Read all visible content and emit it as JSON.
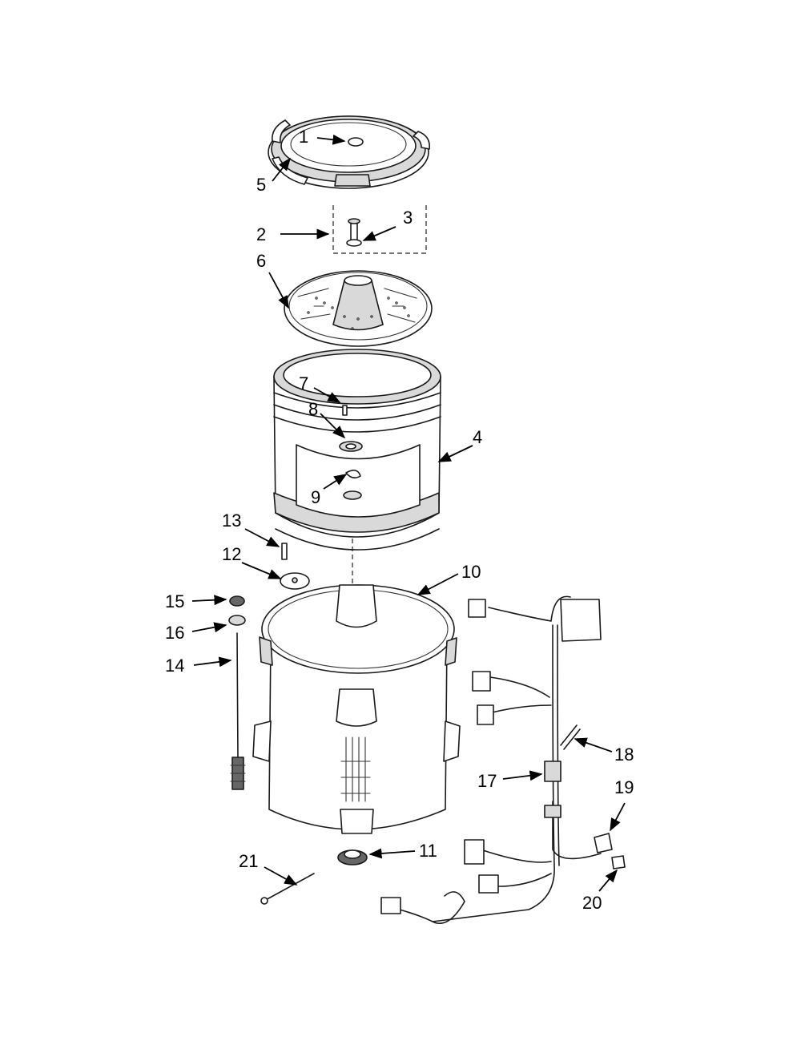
{
  "callouts": [
    {
      "id": "callout-1",
      "text": "1"
    },
    {
      "id": "callout-2",
      "text": "2"
    },
    {
      "id": "callout-3",
      "text": "3"
    },
    {
      "id": "callout-4",
      "text": "4"
    },
    {
      "id": "callout-5",
      "text": "5"
    },
    {
      "id": "callout-6",
      "text": "6"
    },
    {
      "id": "callout-7",
      "text": "7"
    },
    {
      "id": "callout-8",
      "text": "8"
    },
    {
      "id": "callout-9",
      "text": "9"
    },
    {
      "id": "callout-10",
      "text": "10"
    },
    {
      "id": "callout-11",
      "text": "11"
    },
    {
      "id": "callout-12",
      "text": "12"
    },
    {
      "id": "callout-13",
      "text": "13"
    },
    {
      "id": "callout-14",
      "text": "14"
    },
    {
      "id": "callout-15",
      "text": "15"
    },
    {
      "id": "callout-16",
      "text": "16"
    },
    {
      "id": "callout-17",
      "text": "17"
    },
    {
      "id": "callout-18",
      "text": "18"
    },
    {
      "id": "callout-19",
      "text": "19"
    },
    {
      "id": "callout-20",
      "text": "20"
    },
    {
      "id": "callout-21",
      "text": "21"
    }
  ],
  "colors": {
    "line": "#1a1a1a",
    "background": "#ffffff",
    "shade": "#d9d9d9"
  }
}
